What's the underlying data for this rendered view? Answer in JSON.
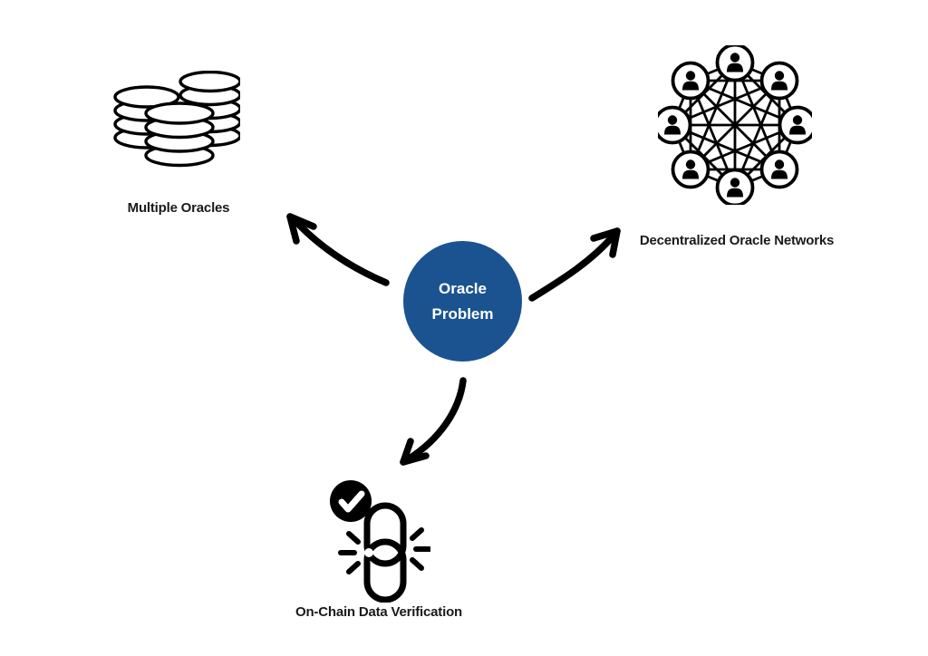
{
  "center_node": {
    "label": "Oracle Problem",
    "fill_color": "#1b5391",
    "text_color": "#ffffff"
  },
  "solutions": [
    {
      "label": "Multiple Oracles",
      "icon": "coin-stacks-icon",
      "position": "top-left"
    },
    {
      "label": "Decentralized Oracle Networks",
      "icon": "people-network-icon",
      "position": "top-right"
    },
    {
      "label": "On-Chain Data Verification",
      "icon": "verified-chain-link-icon",
      "position": "bottom-center"
    }
  ],
  "network_icon": {
    "node_count": 8,
    "topology": "fully-connected"
  },
  "coin_icon": {
    "stack_count": 3
  },
  "colors": {
    "background": "#ffffff",
    "line_art": "#000000",
    "arrow": "#000000",
    "label_text": "#1a1a1a",
    "center_fill": "#1b5391"
  }
}
